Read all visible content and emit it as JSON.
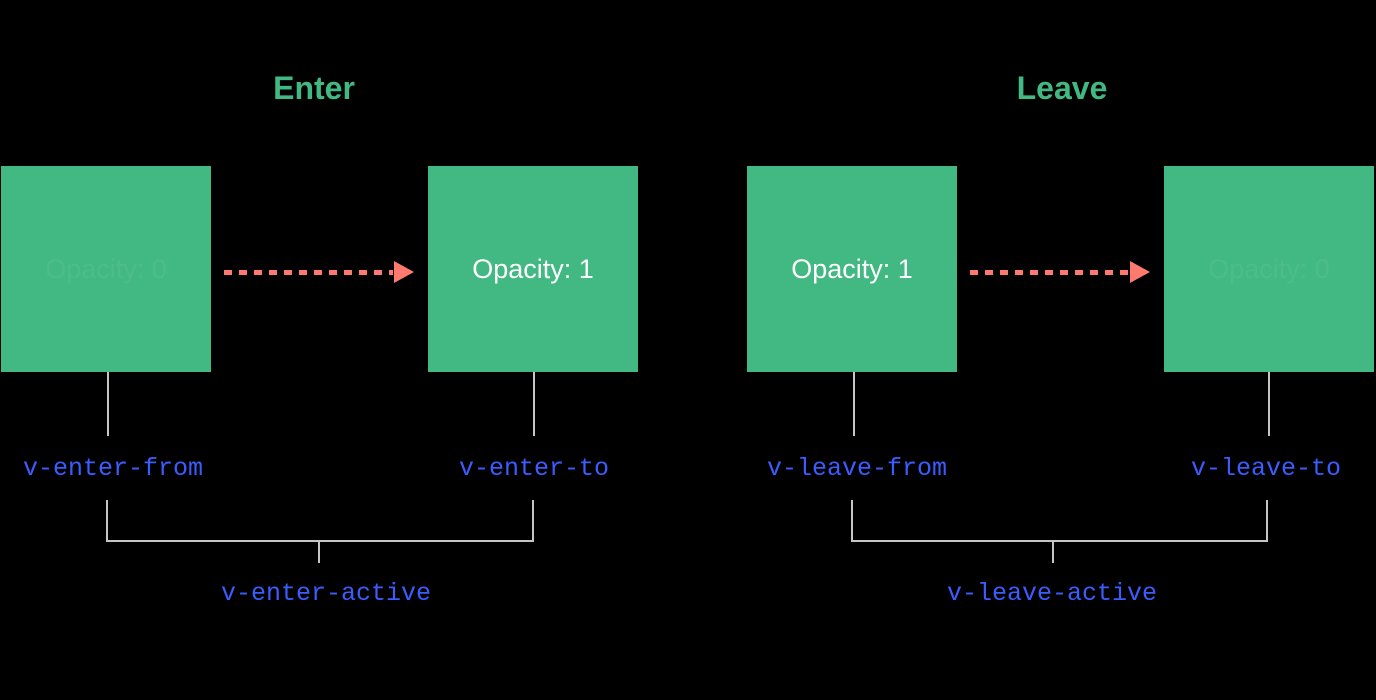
{
  "diagram": {
    "title_enter": "Enter",
    "title_leave": "Leave",
    "accent_green": "#42b883",
    "accent_red": "#ff7a6e",
    "accent_blue": "#3b5cff",
    "connector_gray": "#c6c6c6",
    "background": "#000000"
  },
  "enter": {
    "title": "Enter",
    "from_box": {
      "label": "Opacity: 0",
      "opacity_state": "faded"
    },
    "to_box": {
      "label": "Opacity: 1",
      "opacity_state": "solid"
    },
    "from_class": "v-enter-from",
    "to_class": "v-enter-to",
    "active_class": "v-enter-active",
    "arrow": "dashed-arrow-right-icon"
  },
  "leave": {
    "title": "Leave",
    "from_box": {
      "label": "Opacity: 1",
      "opacity_state": "solid"
    },
    "to_box": {
      "label": "Opacity: 0",
      "opacity_state": "faded"
    },
    "from_class": "v-leave-from",
    "to_class": "v-leave-to",
    "active_class": "v-leave-active",
    "arrow": "dashed-arrow-right-icon"
  }
}
